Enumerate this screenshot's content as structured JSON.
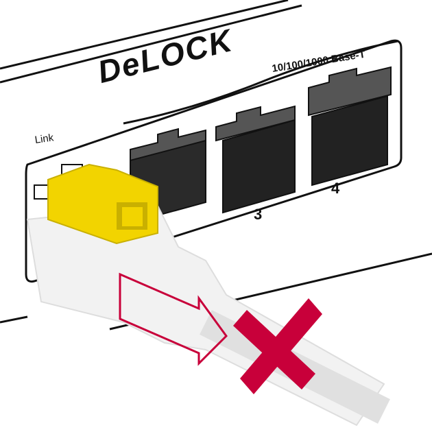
{
  "product": {
    "brand": "DeLOCK",
    "brand_mark": "®",
    "port_spec_label": "10/100/1000 Base-T",
    "link_label": "Link",
    "port_numbers": [
      "3",
      "4"
    ]
  },
  "illustration": {
    "subject": "RJ45 cable with yellow secure-clip lock inserted in network switch port",
    "arrow": "pull-out-arrow",
    "indicator": "red-x-not-removable"
  },
  "colors": {
    "clip_yellow": "#F2D400",
    "cross_red": "#C8003A",
    "port_dark": "#222222",
    "outline": "#111111",
    "cable_white": "#F2F2F2"
  }
}
